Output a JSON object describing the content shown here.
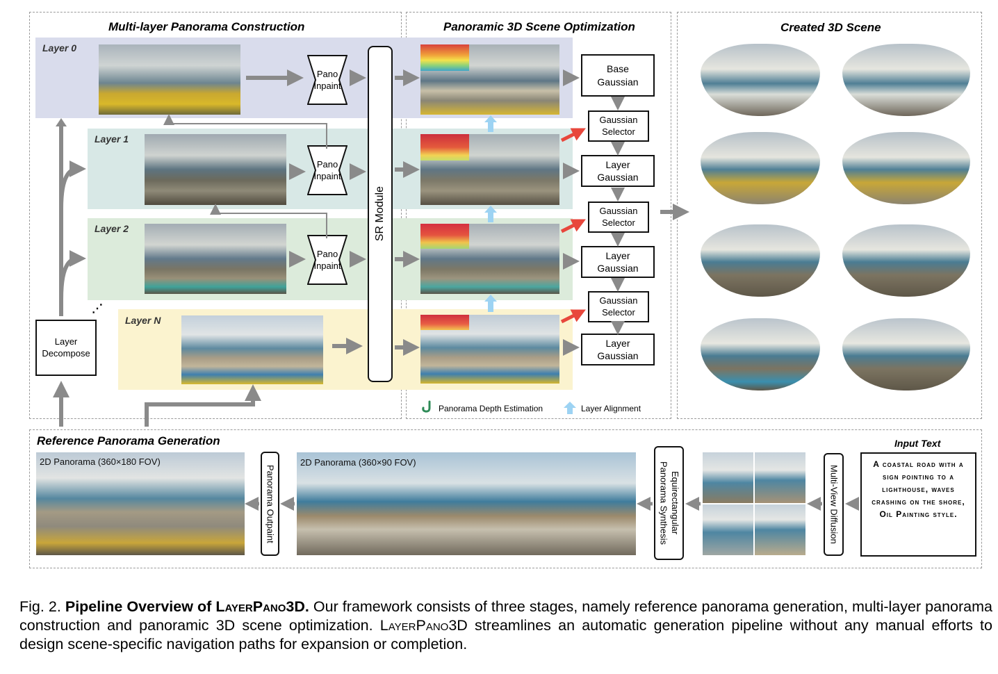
{
  "colors": {
    "layer0_band": "#d9dcec",
    "layer1_band": "#d8e8e6",
    "layer2_band": "#dcebdb",
    "layerN_band": "#fbf3cf",
    "arrow_gray": "#8a8a8a",
    "arrow_red": "#e8473c",
    "arrow_blue": "#9dd3f3",
    "depth_green": "#2e8b57"
  },
  "sections": {
    "multi_layer": "Multi-layer Panorama Construction",
    "optimization": "Panoramic 3D Scene Optimization",
    "created": "Created 3D Scene",
    "reference": "Reference Panorama Generation"
  },
  "layers": {
    "layer0": "Layer 0",
    "layer1": "Layer 1",
    "layer2": "Layer 2",
    "layerN": "Layer N",
    "ellipsis": "⋰"
  },
  "boxes": {
    "pano_inpaint": "Pano\nInpaint",
    "layer_decompose": "Layer\nDecompose",
    "sr_module": "SR Module",
    "base_gaussian": "Base\nGaussian",
    "gaussian_selector": "Gaussian\nSelector",
    "layer_gaussian": "Layer\nGaussian"
  },
  "legend": {
    "depth": "Panorama Depth Estimation",
    "alignment": "Layer Alignment",
    "depth_icon": "depth-hook-icon",
    "alignment_icon": "up-arrow-icon"
  },
  "reference": {
    "pano_360_180": "2D Panorama (360×180 FOV)",
    "pano_360_90": "2D Panorama (360×90 FOV)",
    "panorama_outpaint": "Panorama Outpaint",
    "equirect_synthesis": "Equirectangular\nPanorama Synthesis",
    "multi_view_diffusion": "Multi-View Diffusion",
    "input_text_title": "Input Text",
    "input_text": "A coastal road with a sign pointing to a lighthouse, waves crashing on the shore, Oil Painting style."
  },
  "caption": {
    "fig": "Fig. 2.",
    "head_prefix": "Pipeline Overview of ",
    "head_name": "LayerPano3D.",
    "body1": " Our framework consists of three stages, namely reference panorama generation, multi-layer panorama construction and panoramic 3D scene optimization. ",
    "body_name": "LayerPano3D",
    "body2": " streamlines an automatic generation pipeline without any manual efforts to design scene-specific navigation paths for expansion or completion."
  }
}
